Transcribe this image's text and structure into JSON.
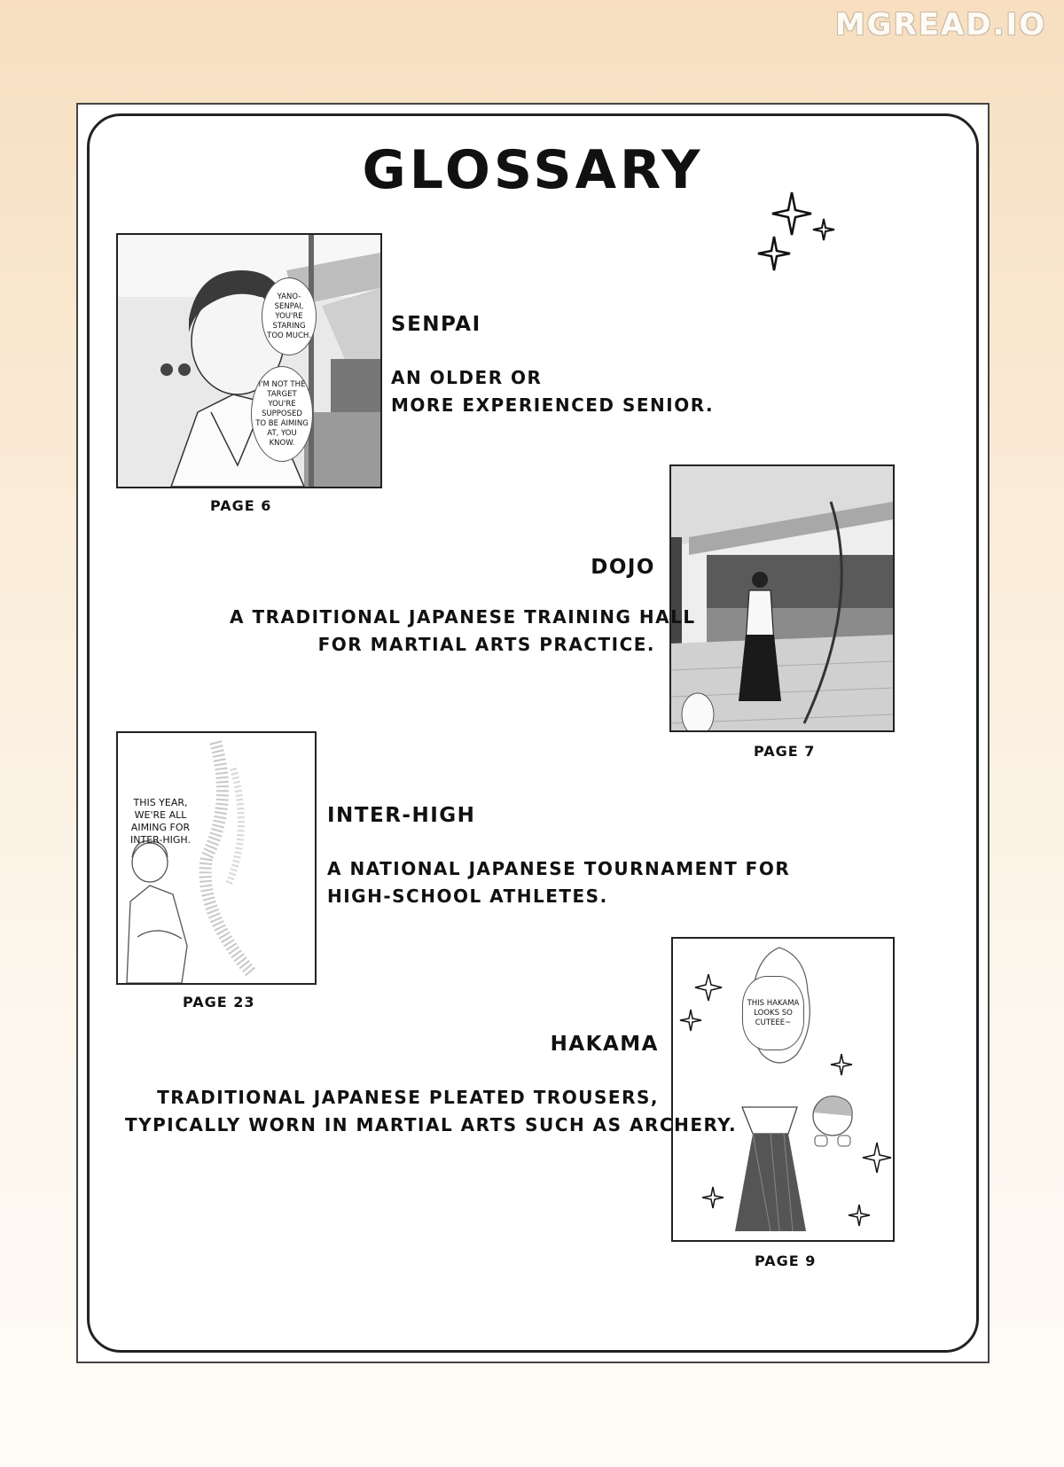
{
  "watermark": "MGREAD.IO",
  "title": "GLOSSARY",
  "entries": [
    {
      "term": "SENPAI",
      "definition": [
        "AN OLDER OR",
        "MORE EXPERIENCED SENIOR."
      ],
      "page": "PAGE 6",
      "bubbles": [
        "YANO-SENPAI, YOU'RE STARING TOO MUCH.",
        "I'M NOT THE TARGET YOU'RE SUPPOSED TO BE AIMING AT, YOU KNOW."
      ]
    },
    {
      "term": "DOJO",
      "definition": [
        "A TRADITIONAL JAPANESE TRAINING HALL",
        "FOR MARTIAL ARTS PRACTICE."
      ],
      "page": "PAGE 7"
    },
    {
      "term": "INTER-HIGH",
      "definition": [
        "A NATIONAL JAPANESE TOURNAMENT FOR",
        "HIGH-SCHOOL ATHLETES."
      ],
      "page": "PAGE 23",
      "bubbles": [
        "THIS YEAR, WE'RE ALL AIMING FOR INTER-HIGH."
      ]
    },
    {
      "term": "HAKAMA",
      "definition": [
        "TRADITIONAL JAPANESE PLEATED TROUSERS,",
        "TYPICALLY WORN IN MARTIAL ARTS SUCH AS ARCHERY."
      ],
      "page": "PAGE 9",
      "bubbles": [
        "THIS HAKAMA LOOKS SO CUTEEE~"
      ]
    }
  ]
}
